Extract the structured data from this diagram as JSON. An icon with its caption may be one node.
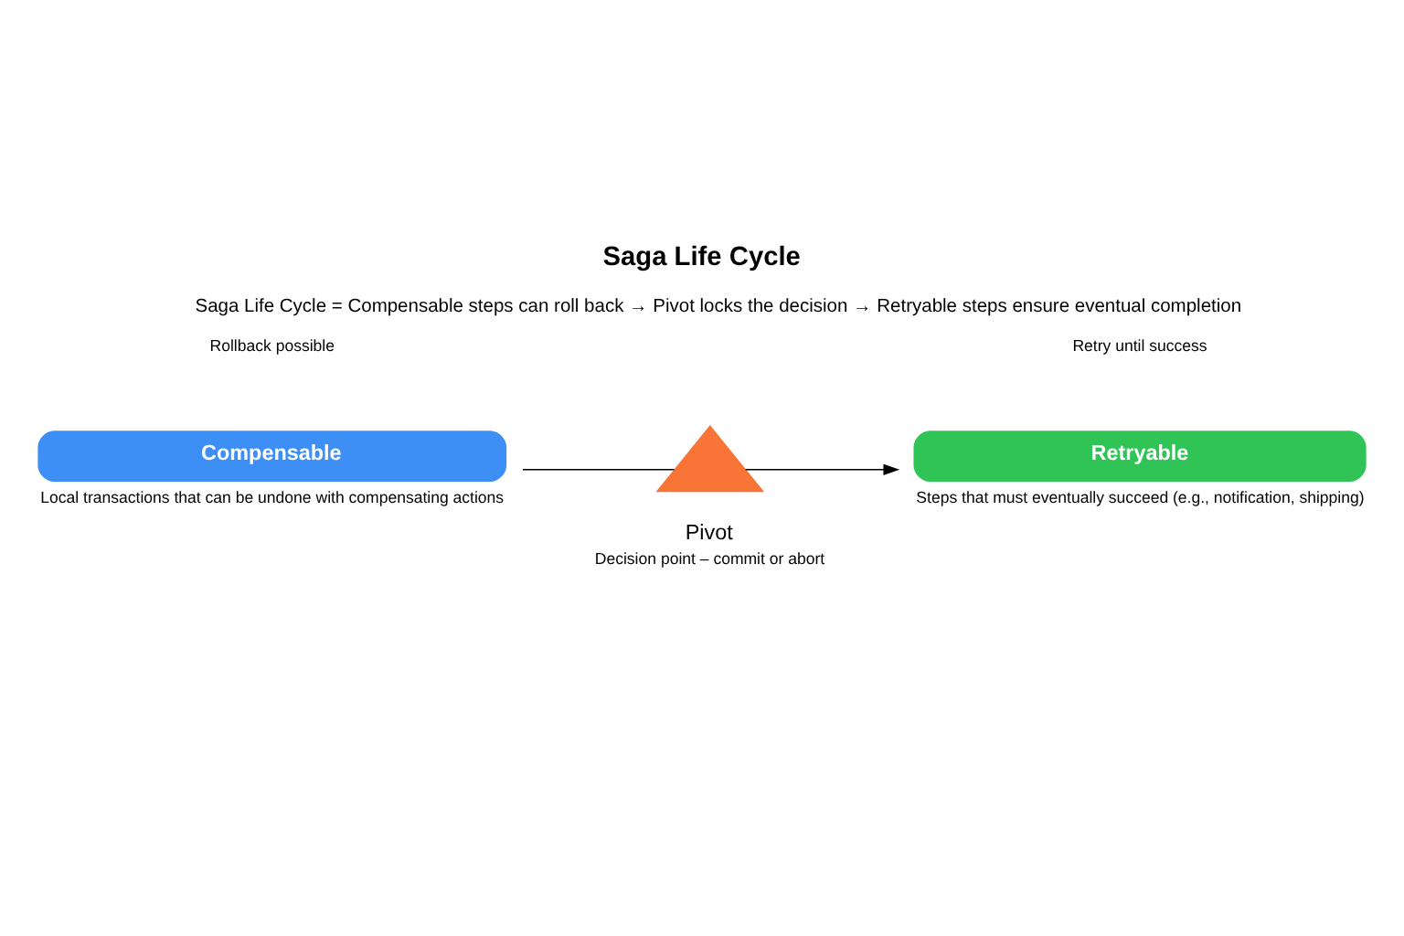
{
  "diagram": {
    "title": "Saga Life Cycle",
    "caption": "Saga Life Cycle = Compensable steps can roll back → Pivot locks the decision → Retryable steps ensure eventual completion",
    "nodes": [
      {
        "text": [
          "Compensable"
        ],
        "beside": [
          "Local transactions that can be undone with compensating actions"
        ]
      },
      {
        "text": [
          "Pivot"
        ],
        "beside": [
          "Decision point – commit or abort"
        ]
      },
      {
        "text": [
          "Retryable"
        ],
        "beside": [
          "Steps that must eventually succeed (e.g., notification, shipping)"
        ]
      }
    ],
    "edges": [
      {
        "from": 0,
        "to": 1,
        "arrow": "none"
      },
      {
        "from": 1,
        "to": 2,
        "arrow": "to"
      }
    ],
    "labels": [
      "Retry until success",
      "Rollback possible"
    ]
  }
}
